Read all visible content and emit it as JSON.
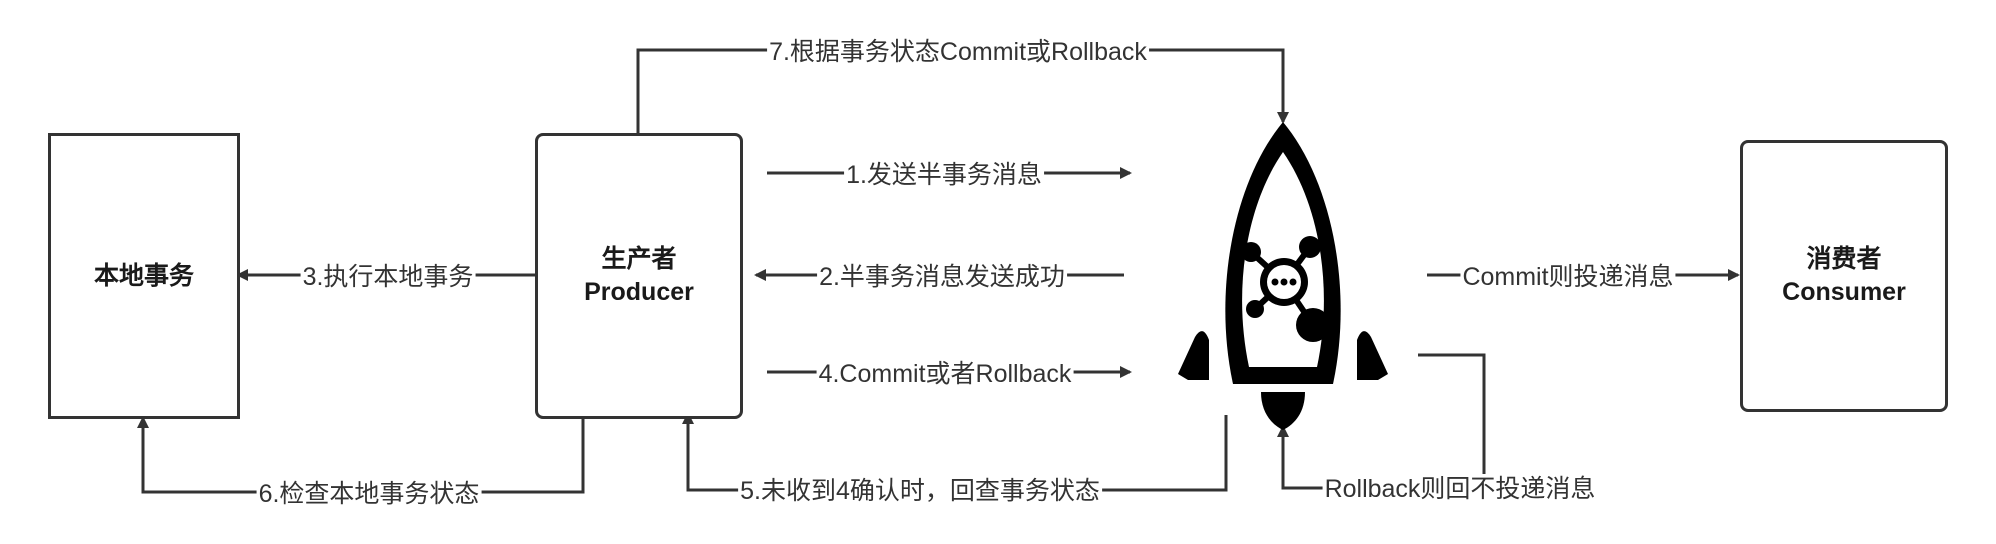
{
  "nodes": {
    "local_tx": {
      "label": "本地事务"
    },
    "producer": {
      "line1": "生产者",
      "line2": "Producer"
    },
    "consumer": {
      "line1": "消费者",
      "line2": "Consumer"
    },
    "broker_icon": "rocket-icon"
  },
  "edges": {
    "step1": "1.发送半事务消息",
    "step2": "2.半事务消息发送成功",
    "step3": "3.执行本地事务",
    "step4": "4.Commit或者Rollback",
    "step5": "5.未收到4确认时，回查事务状态",
    "step6": "6.检查本地事务状态",
    "step7": "7.根据事务状态Commit或Rollback",
    "commit_deliver": "Commit则投递消息",
    "rollback_no_deliver": "Rollback则回不投递消息"
  },
  "colors": {
    "line": "#333333",
    "rocket": "#000000",
    "background": "#ffffff"
  }
}
